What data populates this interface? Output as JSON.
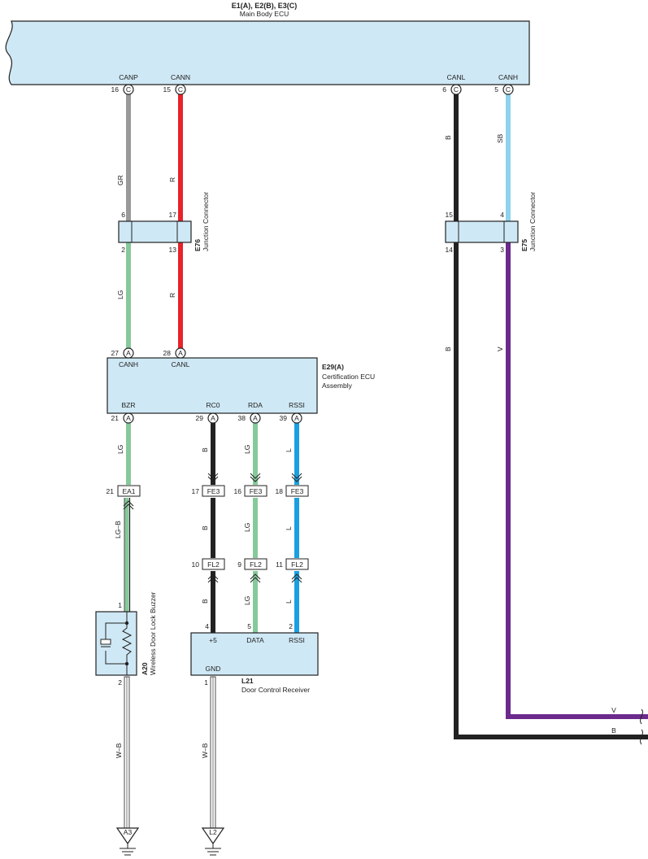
{
  "ecu_main": {
    "title": "E1(A), E2(B), E3(C)",
    "name": "Main Body ECU",
    "pins": [
      {
        "label": "CANP",
        "num": "16",
        "conn": "C"
      },
      {
        "label": "CANN",
        "num": "15",
        "conn": "C"
      },
      {
        "label": "CANL",
        "num": "6",
        "conn": "C"
      },
      {
        "label": "CANH",
        "num": "5",
        "conn": "C"
      }
    ]
  },
  "e76": {
    "code": "E76",
    "name": "Junction Connector",
    "pins_top": [
      "6",
      "17"
    ],
    "pins_bottom": [
      "2",
      "13"
    ]
  },
  "e75": {
    "code": "E75",
    "name": "Junction Connector",
    "pins_top": [
      "15",
      "4"
    ],
    "pins_bottom": [
      "14",
      "3"
    ]
  },
  "e29": {
    "code": "E29(A)",
    "name_line1": "Certification ECU",
    "name_line2": "Assembly",
    "top_pins": [
      {
        "label": "CANH",
        "num": "27",
        "conn": "A"
      },
      {
        "label": "CANL",
        "num": "28",
        "conn": "A"
      }
    ],
    "bottom_pins": [
      {
        "label": "BZR",
        "num": "21",
        "conn": "A"
      },
      {
        "label": "RC0",
        "num": "29",
        "conn": "A"
      },
      {
        "label": "RDA",
        "num": "38",
        "conn": "A"
      },
      {
        "label": "RSSI",
        "num": "39",
        "conn": "A"
      }
    ]
  },
  "inline_connectors": {
    "ea1": {
      "label": "EA1",
      "num": "21"
    },
    "fe3": [
      {
        "label": "FE3",
        "num": "17"
      },
      {
        "label": "FE3",
        "num": "16"
      },
      {
        "label": "FE3",
        "num": "18"
      }
    ],
    "fl2": [
      {
        "label": "FL2",
        "num": "10"
      },
      {
        "label": "FL2",
        "num": "9"
      },
      {
        "label": "FL2",
        "num": "11"
      }
    ]
  },
  "a20": {
    "code": "A20",
    "name": "Wireless Door Lock Buzzer",
    "pin_top": "1",
    "pin_bottom": "2"
  },
  "l21": {
    "code": "L21",
    "name": "Door Control Receiver",
    "pins": [
      {
        "label": "+5",
        "num": "4"
      },
      {
        "label": "DATA",
        "num": "5"
      },
      {
        "label": "RSSI",
        "num": "2"
      }
    ],
    "gnd_label": "GND",
    "gnd_num": "1"
  },
  "grounds": [
    "A3",
    "L2"
  ],
  "wire_colors": {
    "GR": "#999999",
    "R": "#e8232a",
    "B": "#222222",
    "SB": "#8fd2ee",
    "LG": "#86c99a",
    "V": "#6b2a8c",
    "L": "#1aa0e0",
    "W-B": "#ffffff"
  },
  "wire_labels": {
    "canp_top": "GR",
    "cann_top": "R",
    "canl_top": "B",
    "canh_top": "SB",
    "canp_mid": "LG",
    "cann_mid": "R",
    "canl_long": "B",
    "canh_long": "V",
    "bzr_top": "LG",
    "rc0_top": "B",
    "rda_top": "LG",
    "rssi_top": "L",
    "bzr_mid": "LG–B",
    "rc0_mid": "B",
    "rda_mid": "LG",
    "rssi_mid": "L",
    "rc0_bot": "B",
    "rda_bot": "LG",
    "rssi_bot": "L",
    "a20_gnd": "W–B",
    "l21_gnd": "W–B",
    "exit_v": "V",
    "exit_b": "B"
  }
}
